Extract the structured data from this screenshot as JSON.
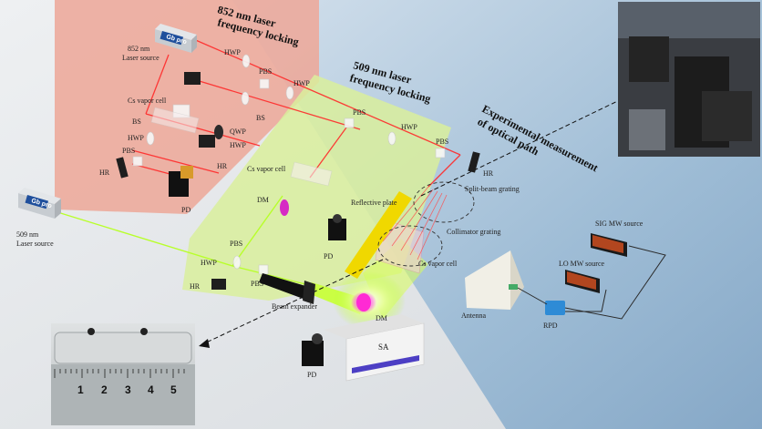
{
  "titles": {
    "t852_l1": "852 nm laser",
    "t852_l2": "frequency locking",
    "t509_l1": "509 nm laser",
    "t509_l2": "frequency locking",
    "exp_l1": "Experimental measurement",
    "exp_l2": "of optical path"
  },
  "labels": {
    "src852_l1": "852 nm",
    "src852_l2": "Laser source",
    "src509_l1": "509 nm",
    "src509_l2": "Laser source",
    "hwp1": "HWP",
    "pbs1": "PBS",
    "hwp2": "HWP",
    "cs1": "Cs vapor cell",
    "bs1": "BS",
    "qwp": "QWP",
    "bs2": "BS",
    "hwp3": "HWP",
    "pbs2": "PBS",
    "hwp4": "HWP",
    "hr1": "HR",
    "hr2": "HR",
    "pd1": "PD",
    "pbs3": "PBS",
    "hwp5": "HWP",
    "pbs4": "PBS",
    "hr3": "HR",
    "cs2": "Cs vapor cell",
    "dm1": "DM",
    "pd2": "PD",
    "refl": "Reflective plate",
    "split": "Split-beam grating",
    "coll": "Collimator grating",
    "cs3": "Cs vapor cell",
    "pbs5": "PBS",
    "hwp6": "HWP",
    "pbs6": "PBS",
    "hr4": "HR",
    "beam_exp": "Beam expander",
    "dm2": "DM",
    "pd3": "PD",
    "sa": "SA",
    "antenna": "Antenna",
    "rpd": "RPD",
    "sig_mw": "SIG MW source",
    "lo_mw": "LO MW source"
  },
  "logos": [
    "Gb pro",
    "Gb pro"
  ],
  "ruler": [
    "1",
    "2",
    "3",
    "4",
    "5"
  ],
  "colors": {
    "region_852": "#eda99a",
    "region_509": "#d9ee9c",
    "laser_red": "#ff2a2a",
    "laser_green": "#b8ff2a",
    "rf_blue": "#2e8bd6",
    "sa_accent": "#4d3fc4"
  }
}
